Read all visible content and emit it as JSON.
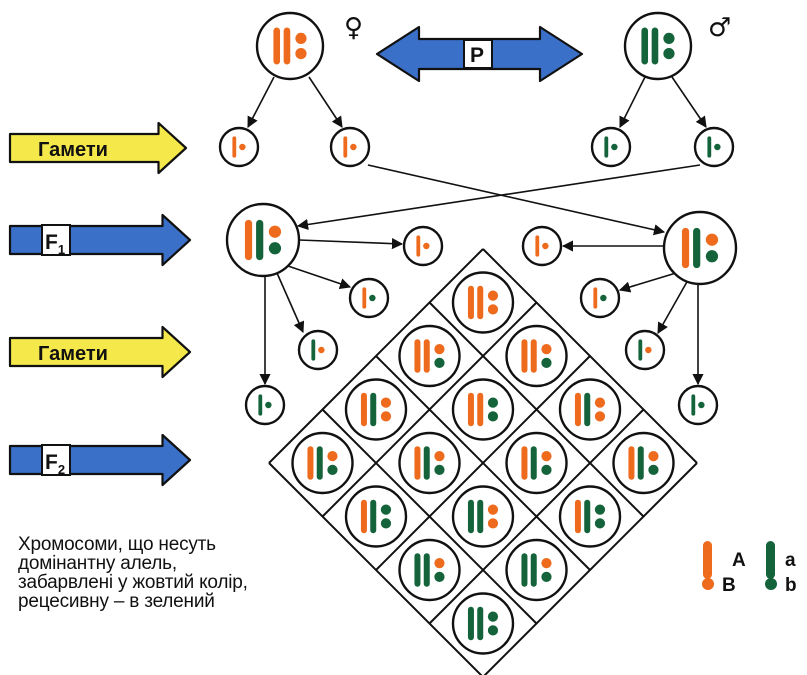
{
  "title": "",
  "labels": {
    "parents": "P",
    "gametes_1": "Гамети",
    "f1_letter": "F",
    "f1_sub": "1",
    "gametes_2": "Гамети",
    "f2_letter": "F",
    "f2_sub": "2",
    "female_symbol": "♀",
    "male_symbol": "♂"
  },
  "caption": "Хромосоми, що несуть\nдомінантну алель,\nзабарвлені у жовтий колір,\nрецесивну – в зелений",
  "legend": [
    {
      "shape": "bar",
      "color": "orange",
      "label": "A"
    },
    {
      "shape": "bar",
      "color": "green",
      "label": "a"
    },
    {
      "shape": "dot",
      "color": "orange",
      "label": "B"
    },
    {
      "shape": "dot",
      "color": "green",
      "label": "b"
    }
  ],
  "colors": {
    "dominant": "#ee6a1c",
    "recessive": "#14633a",
    "blue_arrow": "#3a70c8",
    "yellow_arrow": "#f5e84a",
    "outline": "#111111",
    "background": "#ffffff",
    "cell_fill": "#ffffff"
  },
  "parents": {
    "female": {
      "bars": [
        "A",
        "A"
      ],
      "dots": [
        "B",
        "B"
      ]
    },
    "male": {
      "bars": [
        "a",
        "a"
      ],
      "dots": [
        "b",
        "b"
      ]
    }
  },
  "parent_gametes": [
    {
      "bar": "A",
      "dot": "B"
    },
    {
      "bar": "A",
      "dot": "B"
    },
    {
      "bar": "a",
      "dot": "b"
    },
    {
      "bar": "a",
      "dot": "b"
    }
  ],
  "f1": {
    "bars": [
      "A",
      "a"
    ],
    "dots": [
      "B",
      "b"
    ]
  },
  "f1_gametes": [
    {
      "bar": "A",
      "dot": "B"
    },
    {
      "bar": "A",
      "dot": "b"
    },
    {
      "bar": "a",
      "dot": "B"
    },
    {
      "bar": "a",
      "dot": "b"
    }
  ],
  "punnett_grid": {
    "rows": 4,
    "cols": 4,
    "cells": [
      [
        {
          "bars": [
            "A",
            "A"
          ],
          "dots": [
            "B",
            "B"
          ]
        },
        {
          "bars": [
            "A",
            "A"
          ],
          "dots": [
            "B",
            "b"
          ]
        },
        {
          "bars": [
            "A",
            "a"
          ],
          "dots": [
            "B",
            "B"
          ]
        },
        {
          "bars": [
            "A",
            "a"
          ],
          "dots": [
            "B",
            "b"
          ]
        }
      ],
      [
        {
          "bars": [
            "A",
            "A"
          ],
          "dots": [
            "B",
            "b"
          ]
        },
        {
          "bars": [
            "A",
            "A"
          ],
          "dots": [
            "b",
            "b"
          ]
        },
        {
          "bars": [
            "A",
            "a"
          ],
          "dots": [
            "B",
            "b"
          ]
        },
        {
          "bars": [
            "A",
            "a"
          ],
          "dots": [
            "b",
            "b"
          ]
        }
      ],
      [
        {
          "bars": [
            "A",
            "a"
          ],
          "dots": [
            "B",
            "B"
          ]
        },
        {
          "bars": [
            "A",
            "a"
          ],
          "dots": [
            "B",
            "b"
          ]
        },
        {
          "bars": [
            "a",
            "a"
          ],
          "dots": [
            "B",
            "B"
          ]
        },
        {
          "bars": [
            "a",
            "a"
          ],
          "dots": [
            "B",
            "b"
          ]
        }
      ],
      [
        {
          "bars": [
            "A",
            "a"
          ],
          "dots": [
            "B",
            "b"
          ]
        },
        {
          "bars": [
            "A",
            "a"
          ],
          "dots": [
            "b",
            "b"
          ]
        },
        {
          "bars": [
            "a",
            "a"
          ],
          "dots": [
            "B",
            "b"
          ]
        },
        {
          "bars": [
            "a",
            "a"
          ],
          "dots": [
            "b",
            "b"
          ]
        }
      ]
    ]
  }
}
